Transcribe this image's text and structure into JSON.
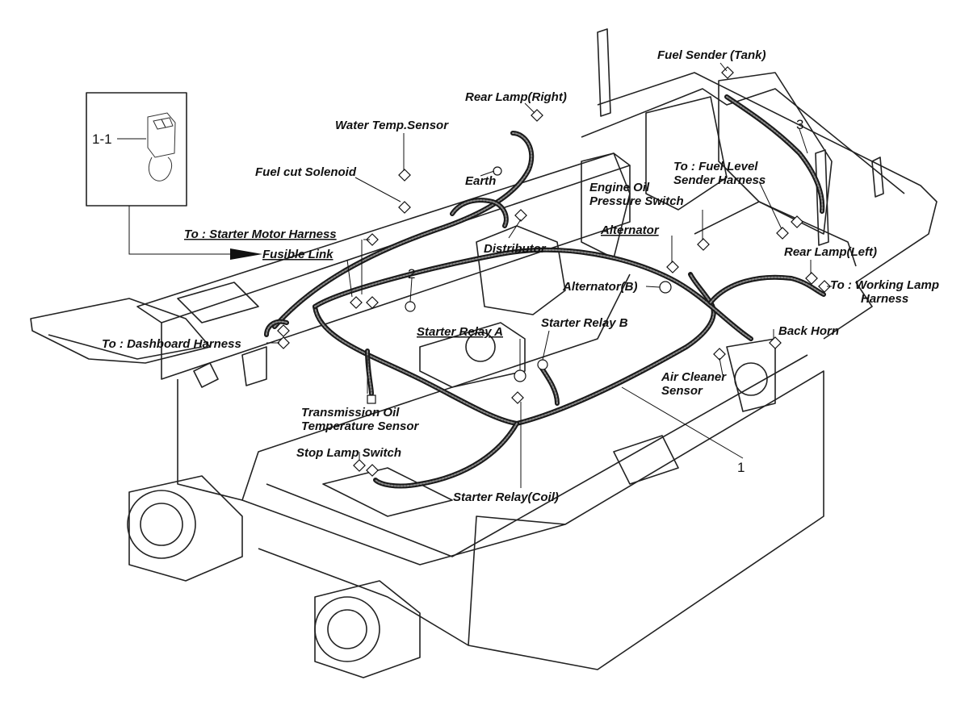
{
  "labels": {
    "fuel_sender_tank": "Fuel Sender (Tank)",
    "rear_lamp_right": "Rear Lamp(Right)",
    "water_temp_sensor": "Water Temp.Sensor",
    "fuel_cut_solenoid": "Fuel cut Solenoid",
    "earth": "Earth",
    "to_starter_motor_harness": "To : Starter Motor Harness",
    "fusible_link": "Fusible Link",
    "distributor": "Distributor",
    "to_fuel_level_1": "To : Fuel Level",
    "to_fuel_level_2": "Sender Harness",
    "engine_oil_1": "Engine Oil",
    "engine_oil_2": "Pressure Switch",
    "alternator": "Alternator",
    "rear_lamp_left": "Rear Lamp(Left)",
    "alternator_b": "Alternator(B)",
    "to_working_1": "To : Working Lamp",
    "to_working_2": "Harness",
    "starter_relay_a": "Starter Relay A",
    "starter_relay_b": "Starter Relay B",
    "back_horn": "Back Horn",
    "to_dashboard_harness": "To : Dashboard Harness",
    "air_cleaner_1": "Air Cleaner",
    "air_cleaner_2": "Sensor",
    "transmission_1": "Transmission Oil",
    "transmission_2": "Temperature Sensor",
    "stop_lamp_switch": "Stop Lamp Switch",
    "starter_relay_coil": "Starter Relay(Coil)"
  },
  "callouts": {
    "detail_ref": "1-1",
    "item_1": "1",
    "item_2": "2",
    "item_3": "3"
  }
}
